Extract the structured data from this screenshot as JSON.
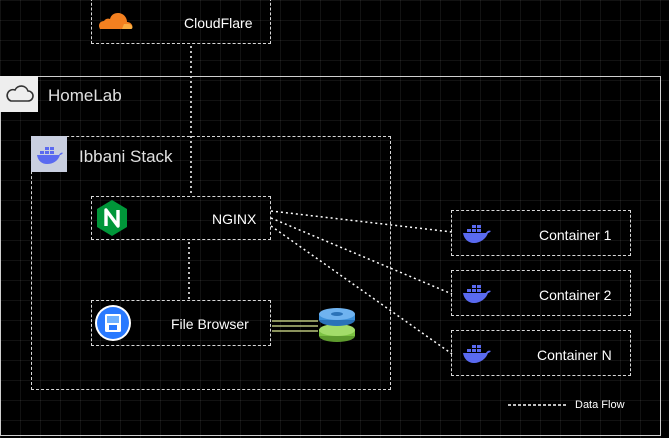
{
  "groups": {
    "homelab": {
      "label": "HomeLab",
      "icon": "cloud-icon"
    },
    "stack": {
      "label": "Ibbani Stack",
      "icon": "docker-icon"
    }
  },
  "nodes": {
    "cloudflare": {
      "label": "CloudFlare",
      "icon": "cloudflare-icon",
      "color": "#f38020"
    },
    "nginx": {
      "label": "NGINX",
      "icon": "nginx-icon",
      "color": "#009639"
    },
    "file_browser": {
      "label": "File Browser",
      "icon": "file-browser-icon",
      "color": "#2979ff"
    },
    "storage": {
      "icon": "storage-disks-icon"
    },
    "containers": [
      {
        "label": "Container 1",
        "icon": "docker-icon"
      },
      {
        "label": "Container 2",
        "icon": "docker-icon"
      },
      {
        "label": "Container N",
        "icon": "docker-icon"
      }
    ]
  },
  "edges": [
    {
      "from": "cloudflare",
      "to": "nginx"
    },
    {
      "from": "nginx",
      "to": "file_browser"
    },
    {
      "from": "nginx",
      "to": "Container 1"
    },
    {
      "from": "nginx",
      "to": "Container 2"
    },
    {
      "from": "nginx",
      "to": "Container N"
    },
    {
      "from": "file_browser",
      "to": "storage"
    }
  ],
  "legend": {
    "label": "Data Flow"
  },
  "colors": {
    "docker": "#5a6af0",
    "storage_top": "#3b8fd9",
    "storage_bottom": "#7cc242"
  }
}
